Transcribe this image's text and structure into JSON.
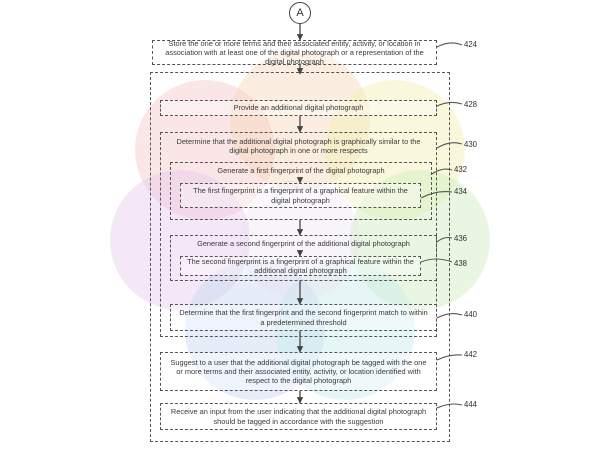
{
  "connector": {
    "label": "A"
  },
  "steps": [
    {
      "id": "424",
      "text": "Store the one or more terms and their associated entity, activity, or location in association with at least one of the digital photograph or a representation of the digital photograph"
    },
    {
      "id": "428",
      "text": "Provide an additional digital photograph"
    },
    {
      "id": "430",
      "text": "Determine that the additional digital photograph is graphically similar to the digital photograph in one or more respects"
    },
    {
      "id": "432",
      "text": "Generate a first fingerprint of the digital photograph"
    },
    {
      "id": "434",
      "text": "The first fingerprint is a fingerprint of a graphical feature within the digital photograph"
    },
    {
      "id": "436",
      "text": "Generate a second fingerprint of the additional digital photograph"
    },
    {
      "id": "438",
      "text": "The second fingerprint is a fingerprint of a graphical feature within the additional digital photograph"
    },
    {
      "id": "440",
      "text": "Determine that the first fingerprint and the second fingerprint match to within a predetermined threshold"
    },
    {
      "id": "442",
      "text": "Suggest to a user that the additional digital photograph be tagged with the one or more terms and their associated entity, activity, or location identified with respect to the digital photograph"
    },
    {
      "id": "444",
      "text": "Receive an input from the user indicating that the additional digital photograph should be tagged in accordance with the suggestion"
    }
  ]
}
